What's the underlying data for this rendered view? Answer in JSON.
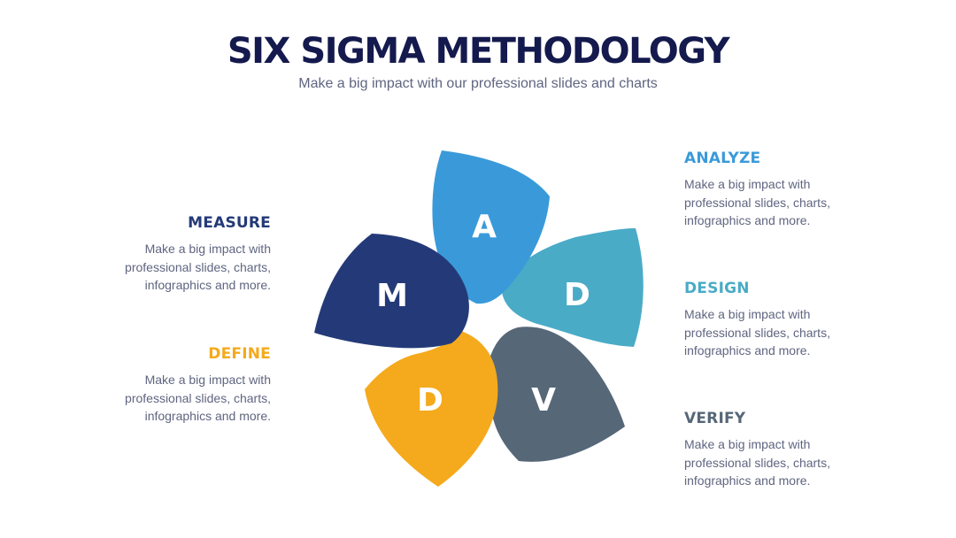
{
  "title": "SIX SIGMA METHODOLOGY",
  "subtitle": "Make a big impact with our professional slides and charts",
  "colors": {
    "title": "#141a4d",
    "subtitle": "#5f6580",
    "body_text": "#5f6580",
    "analyze": "#3a9ad9",
    "design": "#4aabc7",
    "verify": "#566778",
    "define": "#f4aa1c",
    "measure": "#243a78",
    "measure_heading": "#243a78",
    "define_heading": "#f4aa1c",
    "analyze_heading": "#3a9ad9",
    "design_heading": "#4aabc7",
    "verify_heading": "#566778"
  },
  "petals": [
    {
      "id": "analyze",
      "letter": "A",
      "color": "#3a9ad9"
    },
    {
      "id": "design",
      "letter": "D",
      "color": "#4aabc7"
    },
    {
      "id": "verify",
      "letter": "V",
      "color": "#566778"
    },
    {
      "id": "define",
      "letter": "D",
      "color": "#f4aa1c"
    },
    {
      "id": "measure",
      "letter": "M",
      "color": "#243a78"
    }
  ],
  "steps": {
    "measure": {
      "heading": "MEASURE",
      "lines": [
        "Make a big impact with",
        "professional slides, charts,",
        "infographics and more."
      ]
    },
    "define": {
      "heading": "DEFINE",
      "lines": [
        "Make a big impact with",
        "professional slides, charts,",
        "infographics and more."
      ]
    },
    "analyze": {
      "heading": "ANALYZE",
      "lines": [
        "Make a big impact with",
        "professional slides, charts,",
        "infographics and more."
      ]
    },
    "design": {
      "heading": "DESIGN",
      "lines": [
        "Make a big impact with",
        "professional slides, charts,",
        "infographics and more."
      ]
    },
    "verify": {
      "heading": "VERIFY",
      "lines": [
        "Make a big impact with",
        "professional slides, charts,",
        "infographics and more."
      ]
    }
  }
}
